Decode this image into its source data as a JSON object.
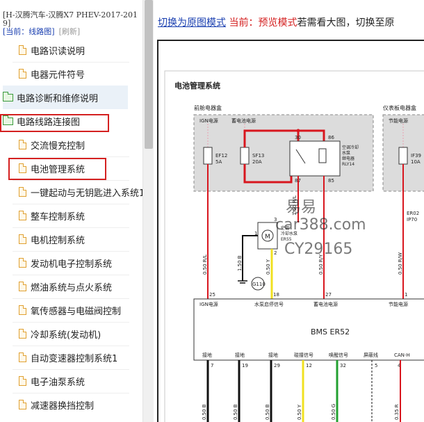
{
  "sidebar": {
    "title": "[H-汉腾汽车-汉腾X7 PHEV-2017-2019]",
    "current_label": "[当前：线路图]",
    "refresh_label": "[刷新]",
    "items": [
      {
        "label": "电路识读说明",
        "type": "doc"
      },
      {
        "label": "电器元件符号",
        "type": "doc"
      },
      {
        "label": "电路诊断和维修说明",
        "type": "folder"
      },
      {
        "label": "电路线路连接图",
        "type": "folder"
      },
      {
        "label": "交流慢充控制",
        "type": "doc"
      },
      {
        "label": "电池管理系统",
        "type": "doc"
      },
      {
        "label": "一键起动与无钥匙进入系统1",
        "type": "doc"
      },
      {
        "label": "整车控制系统",
        "type": "doc"
      },
      {
        "label": "电机控制系统",
        "type": "doc"
      },
      {
        "label": "发动机电子控制系统",
        "type": "doc"
      },
      {
        "label": "燃油系统与点火系统",
        "type": "doc"
      },
      {
        "label": "氧传感器与电磁阀控制",
        "type": "doc"
      },
      {
        "label": "冷却系统(发动机)",
        "type": "doc"
      },
      {
        "label": "自动变速器控制系统1",
        "type": "doc"
      },
      {
        "label": "电子油泵系统",
        "type": "doc"
      },
      {
        "label": "减速器换挡控制",
        "type": "doc"
      }
    ]
  },
  "topbar": {
    "switch_link": "切换为原图模式",
    "current_mode": "当前：预览模式",
    "hint": "若需看大图，切换至原"
  },
  "diagram": {
    "title": "电池管理系统",
    "front_box_label": "前舱电器盒",
    "panel_box_label": "仪表板电器盒",
    "ign_power": "IGN电源",
    "battery_power": "蓄电池电源",
    "energy_power": "节能电源",
    "fuse_ef12": "EF12",
    "fuse_ef12_rating": "5A",
    "fuse_sf13": "SF13",
    "fuse_sf13_rating": "20A",
    "fuse_if39": "IF39",
    "fuse_if39_rating": "10A",
    "relay_pin_30": "30",
    "relay_pin_86": "86",
    "relay_pin_87": "87",
    "relay_pin_85": "85",
    "relay_name_1": "空调冷却",
    "relay_name_2": "水泵",
    "relay_name_3": "继电器",
    "relay_code": "RLY14",
    "pump_name_1": "空调",
    "pump_name_2": "冷却水泵",
    "pump_code": "ER55",
    "pump_pin_3": "3",
    "pump_pin_1": "1",
    "pump_pin_2": "2",
    "ground_g110": "G110",
    "conn_er02": "ER02",
    "conn_ip70": "IP70",
    "wire_150rl": "1.50 R/L",
    "wire_050rl": "0.50 R/L",
    "wire_150b": "1.50 B",
    "wire_050y": "0.50 Y",
    "wire_050ry": "0.50 R/Y",
    "wire_050rw": "0.50 R/W",
    "bms_code": "BMS ER52",
    "bms_top_pins": [
      "25",
      "18",
      "27",
      "1"
    ],
    "bms_top_labels": [
      "IGN电源",
      "水泵启停信号",
      "蓄电池电源",
      "节能电源"
    ],
    "bms_bottom_labels": [
      "接地",
      "接地",
      "接地",
      "碰撞信号",
      "唤醒信号",
      "屏蔽线",
      "CAN-H"
    ],
    "bms_bottom_pins": [
      "7",
      "19",
      "29",
      "12",
      "32",
      "5",
      "4"
    ],
    "bottom_wire_labels": [
      "0.50 B",
      "0.50 B",
      "0.50 B",
      "0.50 Y",
      "0.50 G",
      "0.35 R"
    ],
    "watermark_1": "易易",
    "watermark_2": "car388.com",
    "watermark_3": "CY29165"
  },
  "colors": {
    "link_blue": "#1a3fb0",
    "alert_red": "#d42020",
    "wire_red": "#d8161e",
    "wire_yellow": "#f0e020",
    "wire_green": "#22a030",
    "box_gray": "#dcdcdc",
    "folder_green": "#3a9a3a",
    "doc_orange": "#e0a030"
  }
}
